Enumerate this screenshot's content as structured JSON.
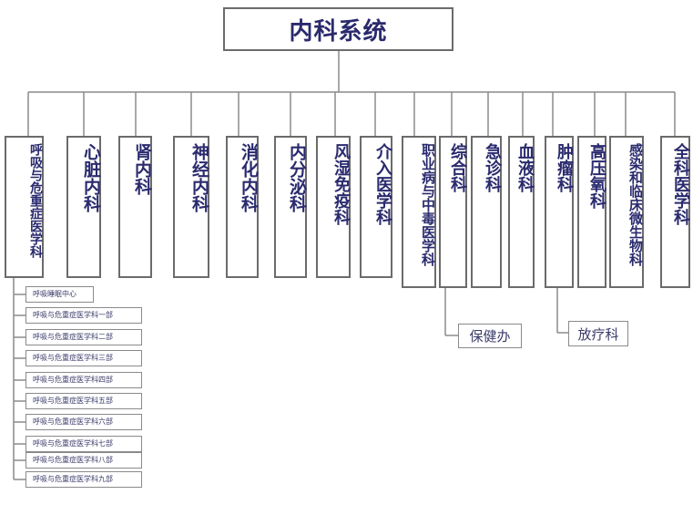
{
  "title": "内科系统",
  "departments": [
    {
      "id": "resp",
      "label": "呼吸与危重症医学科"
    },
    {
      "id": "cardio",
      "label": "心脏内科"
    },
    {
      "id": "nephro",
      "label": "肾内科"
    },
    {
      "id": "neuro",
      "label": "神经内科"
    },
    {
      "id": "gastro",
      "label": "消化内科"
    },
    {
      "id": "endo",
      "label": "内分泌科"
    },
    {
      "id": "rheum",
      "label": "风湿免疫科"
    },
    {
      "id": "interv",
      "label": "介入医学科"
    },
    {
      "id": "occup",
      "label": "职业病与中毒医学科"
    },
    {
      "id": "general",
      "label": "综合科"
    },
    {
      "id": "emerg",
      "label": "急诊科"
    },
    {
      "id": "hema",
      "label": "血液科"
    },
    {
      "id": "onco",
      "label": "肿瘤科"
    },
    {
      "id": "hbo",
      "label": "高压氧科"
    },
    {
      "id": "infect",
      "label": "感染和临床微生物科"
    },
    {
      "id": "gp",
      "label": "全科医学科"
    }
  ],
  "resp_subunits": [
    "呼吸睡眠中心",
    "呼吸与危重症医学科一部",
    "呼吸与危重症医学科二部",
    "呼吸与危重症医学科三部",
    "呼吸与危重症医学科四部",
    "呼吸与危重症医学科五部",
    "呼吸与危重症医学科六部",
    "呼吸与危重症医学科七部",
    "呼吸与危重症医学科八部",
    "呼吸与危重症医学科九部"
  ],
  "general_subunit": "保健办",
  "onco_subunit": "放疗科"
}
